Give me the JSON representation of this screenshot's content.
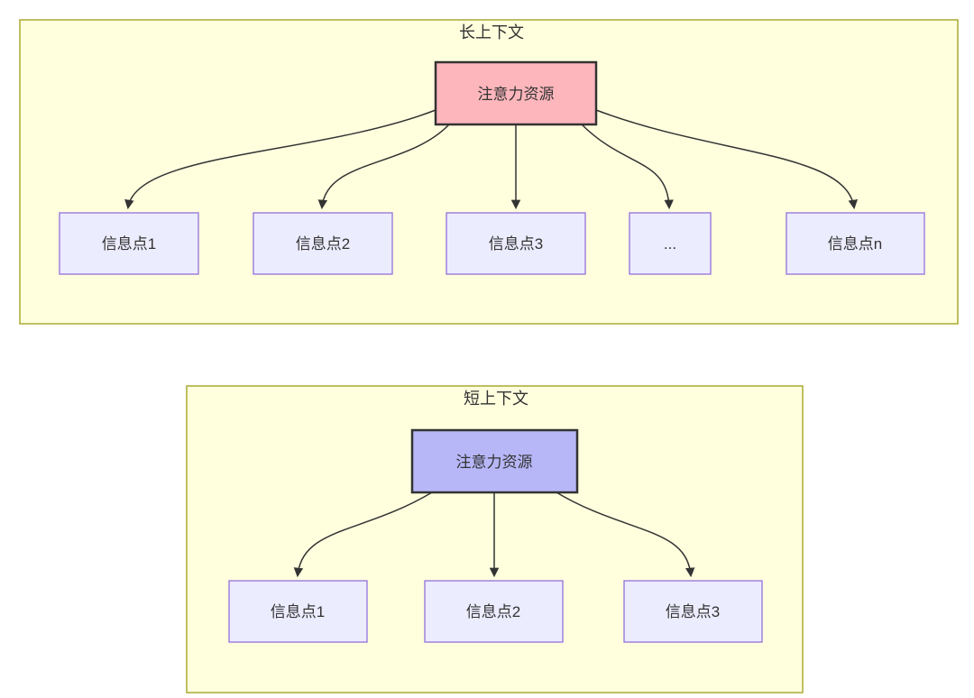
{
  "diagram": {
    "type": "flowchart",
    "long_context": {
      "title": "长上下文",
      "root_label": "注意力资源",
      "children": [
        "信息点1",
        "信息点2",
        "信息点3",
        "...",
        "信息点n"
      ]
    },
    "short_context": {
      "title": "短上下文",
      "root_label": "注意力资源",
      "children": [
        "信息点1",
        "信息点2",
        "信息点3"
      ]
    },
    "colors": {
      "container_fill": "#ffffde",
      "container_border": "#aaaa33",
      "long_root_fill": "#fdb6bc",
      "short_root_fill": "#b7b7f8",
      "root_border": "#333333",
      "child_fill": "#ececff",
      "child_border": "#9370db",
      "edge": "#333333",
      "text": "#333333"
    }
  }
}
